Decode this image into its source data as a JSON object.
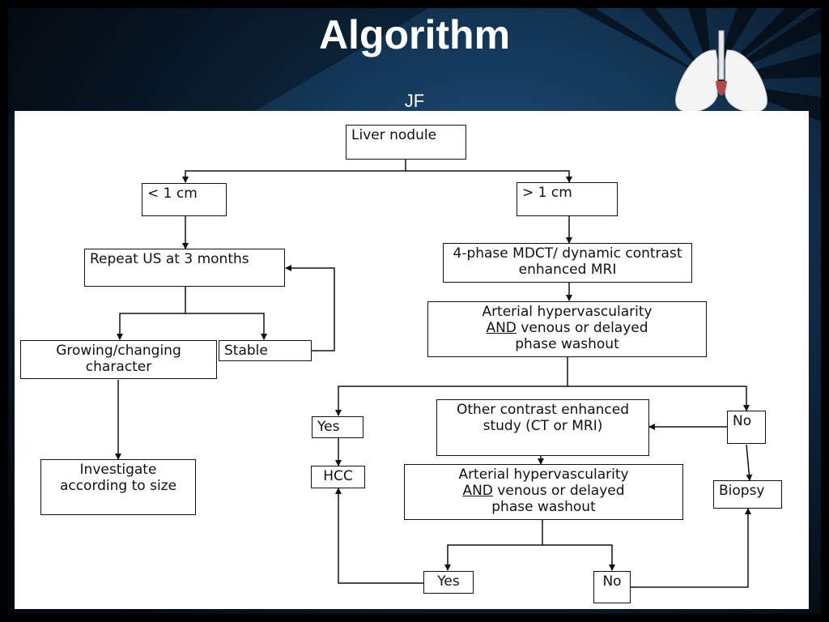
{
  "slide": {
    "title": "Algorithm",
    "subtitle": "JF"
  },
  "flowchart": {
    "liver_nodule": "Liver nodule",
    "lt_1cm": "< 1 cm",
    "gt_1cm": "> 1 cm",
    "repeat_us": "Repeat US at 3 months",
    "mdct_mri": "4-phase MDCT/ dynamic contrast enhanced MRI",
    "arterial_1": {
      "line1": "Arterial hypervascularity",
      "and": "AND",
      "line2_rest": " venous or delayed",
      "line3": "phase washout"
    },
    "growing": "Growing/changing character",
    "stable": "Stable",
    "investigate": "Investigate according to size",
    "yes_1": "Yes",
    "hcc": "HCC",
    "other_study": "Other contrast enhanced study (CT or MRI)",
    "no_1": "No",
    "biopsy": "Biopsy",
    "arterial_2": {
      "line1": "Arterial hypervascularity",
      "and": "AND",
      "line2_rest": " venous or delayed",
      "line3": "phase washout"
    },
    "yes_2": "Yes",
    "no_2": "No"
  }
}
